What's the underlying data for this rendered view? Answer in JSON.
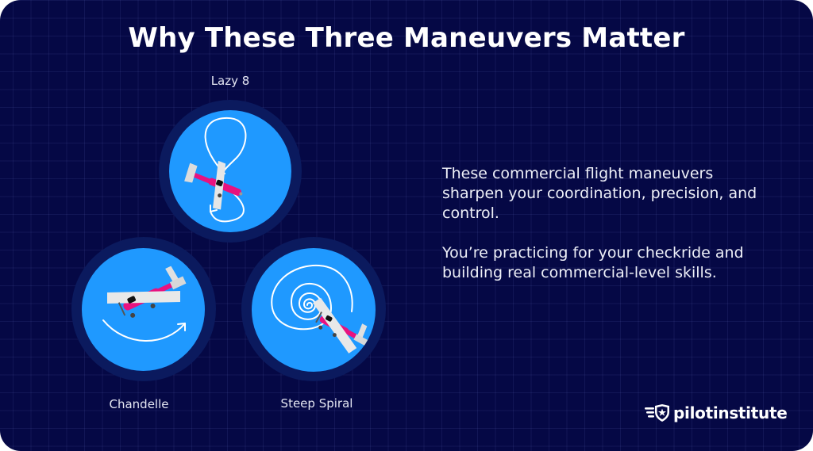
{
  "title": "Why These Three Maneuvers Matter",
  "maneuvers": [
    {
      "label": "Lazy 8",
      "icon": "lazy-8-path-icon"
    },
    {
      "label": "Chandelle",
      "icon": "chandelle-arc-icon"
    },
    {
      "label": "Steep Spiral",
      "icon": "steep-spiral-icon"
    }
  ],
  "description": {
    "paragraph_1": "These commercial flight maneuvers sharpen your coordination, precision, and control.",
    "paragraph_2": "You’re practicing for your checkride and building real commercial-level skills."
  },
  "logo": {
    "text": "pilotinstitute",
    "icon": "winged-shield-star-icon"
  },
  "colors": {
    "background": "#050845",
    "halo": "#0b1a5e",
    "disc": "#1f99ff",
    "plane_body": "#e8127f",
    "plane_wing": "#e6e6e6",
    "text": "#ffffff"
  }
}
